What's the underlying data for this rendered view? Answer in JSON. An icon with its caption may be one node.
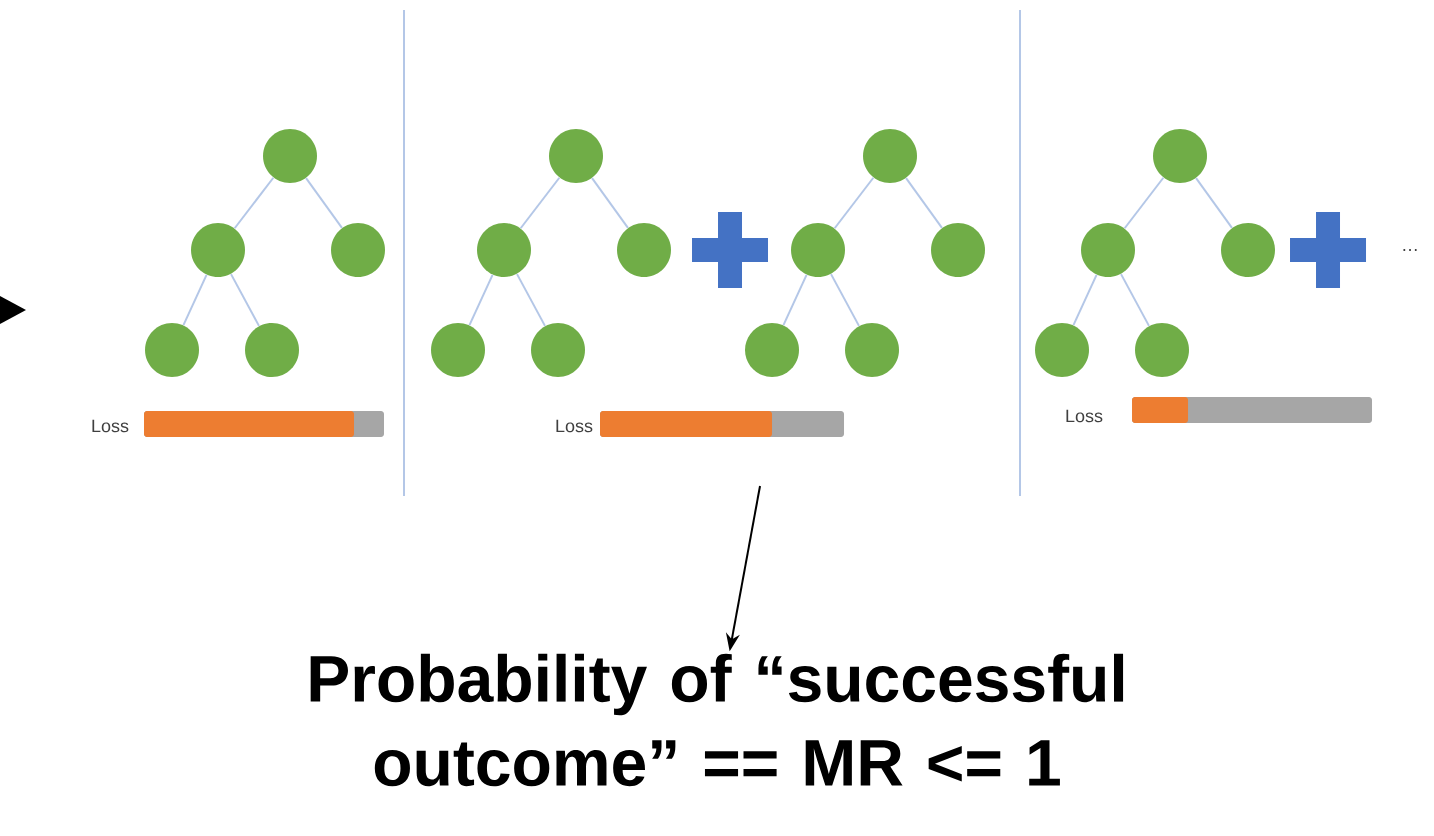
{
  "diagram": {
    "nodes": [
      {
        "text": [],
        "shape": "circle"
      },
      {
        "text": [],
        "shape": "circle"
      },
      {
        "text": [],
        "shape": "circle"
      },
      {
        "text": [],
        "shape": "circle"
      },
      {
        "text": [],
        "shape": "circle"
      },
      {
        "text": [],
        "shape": "circle"
      },
      {
        "text": [],
        "shape": "circle"
      },
      {
        "text": [],
        "shape": "circle"
      },
      {
        "text": [],
        "shape": "circle"
      },
      {
        "text": [],
        "shape": "circle"
      },
      {
        "text": [],
        "shape": "circle"
      },
      {
        "text": [],
        "shape": "circle"
      },
      {
        "text": [],
        "shape": "circle"
      },
      {
        "text": [],
        "shape": "circle"
      },
      {
        "text": [],
        "shape": "circle"
      },
      {
        "text": [],
        "shape": "circle"
      },
      {
        "text": [],
        "shape": "circle"
      },
      {
        "text": [],
        "shape": "circle"
      },
      {
        "text": [],
        "shape": "circle"
      },
      {
        "text": [],
        "shape": "circle"
      },
      {
        "text": [
          "Probability of “successful outcome” == MR <= 1"
        ]
      }
    ],
    "edges": [
      {
        "from": 0,
        "to": 1,
        "arrow": "none"
      },
      {
        "from": 0,
        "to": 2,
        "arrow": "none"
      },
      {
        "from": 1,
        "to": 3,
        "arrow": "none"
      },
      {
        "from": 1,
        "to": 4,
        "arrow": "none"
      },
      {
        "from": 5,
        "to": 6,
        "arrow": "none"
      },
      {
        "from": 5,
        "to": 7,
        "arrow": "none"
      },
      {
        "from": 6,
        "to": 8,
        "arrow": "none"
      },
      {
        "from": 6,
        "to": 9,
        "arrow": "none"
      },
      {
        "from": 10,
        "to": 11,
        "arrow": "none"
      },
      {
        "from": 10,
        "to": 12,
        "arrow": "none"
      },
      {
        "from": 11,
        "to": 13,
        "arrow": "none"
      },
      {
        "from": 11,
        "to": 14,
        "arrow": "none"
      },
      {
        "from": 15,
        "to": 16,
        "arrow": "none"
      },
      {
        "from": 15,
        "to": 17,
        "arrow": "none"
      },
      {
        "from": 16,
        "to": 18,
        "arrow": "none"
      },
      {
        "from": 16,
        "to": 19,
        "arrow": "none"
      },
      {
        "from": null,
        "to": 20,
        "arrow": "to",
        "color": "#000000"
      }
    ],
    "labels": [
      "Loss",
      "Loss",
      "Loss",
      "…"
    ]
  }
}
